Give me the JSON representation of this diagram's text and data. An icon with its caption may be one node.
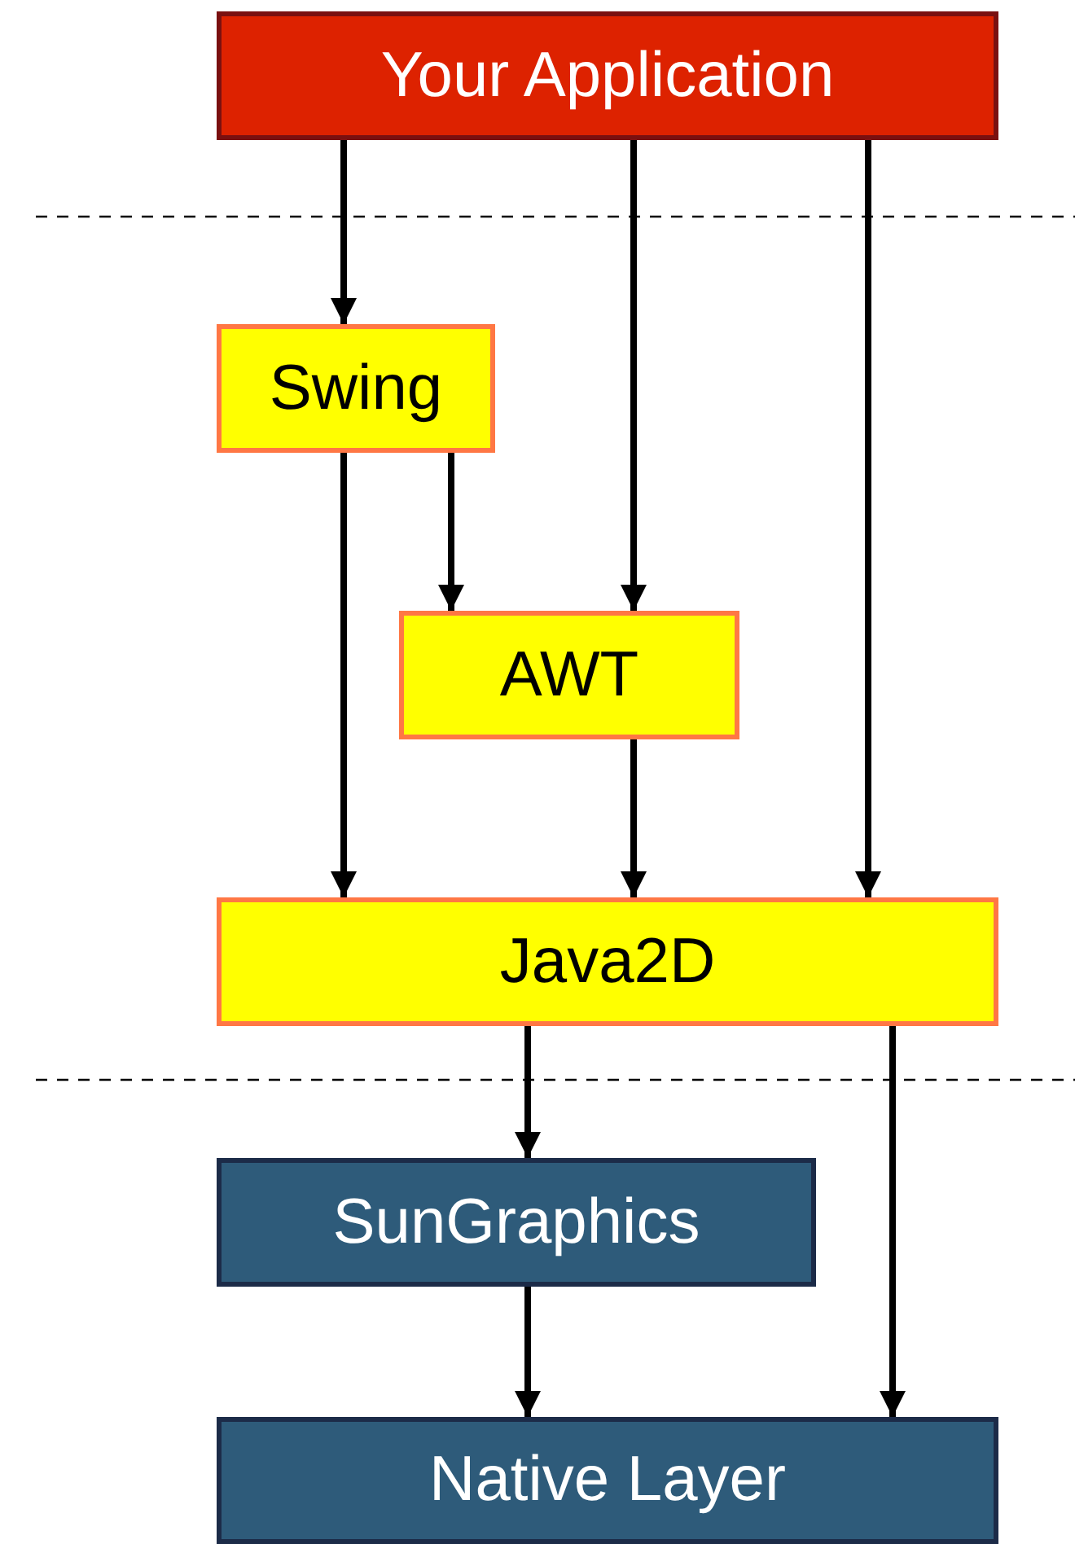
{
  "diagram": {
    "nodes": [
      {
        "text": [
          "Your Application"
        ]
      },
      {
        "text": [
          "Swing"
        ]
      },
      {
        "text": [
          "AWT"
        ]
      },
      {
        "text": [
          "Java2D"
        ]
      },
      {
        "text": [
          "SunGraphics"
        ]
      },
      {
        "text": [
          "Native Layer"
        ]
      }
    ],
    "edges": [
      {
        "from": 0,
        "to": 1,
        "arrow": "to"
      },
      {
        "from": 0,
        "to": 2,
        "arrow": "to"
      },
      {
        "from": 0,
        "to": 3,
        "arrow": "to"
      },
      {
        "from": 1,
        "to": 2,
        "arrow": "to"
      },
      {
        "from": 1,
        "to": 3,
        "arrow": "to"
      },
      {
        "from": 2,
        "to": 3,
        "arrow": "to"
      },
      {
        "from": 3,
        "to": 4,
        "arrow": "to"
      },
      {
        "from": 4,
        "to": 5,
        "arrow": "to"
      },
      {
        "from": 3,
        "to": 5,
        "arrow": "to"
      }
    ]
  }
}
